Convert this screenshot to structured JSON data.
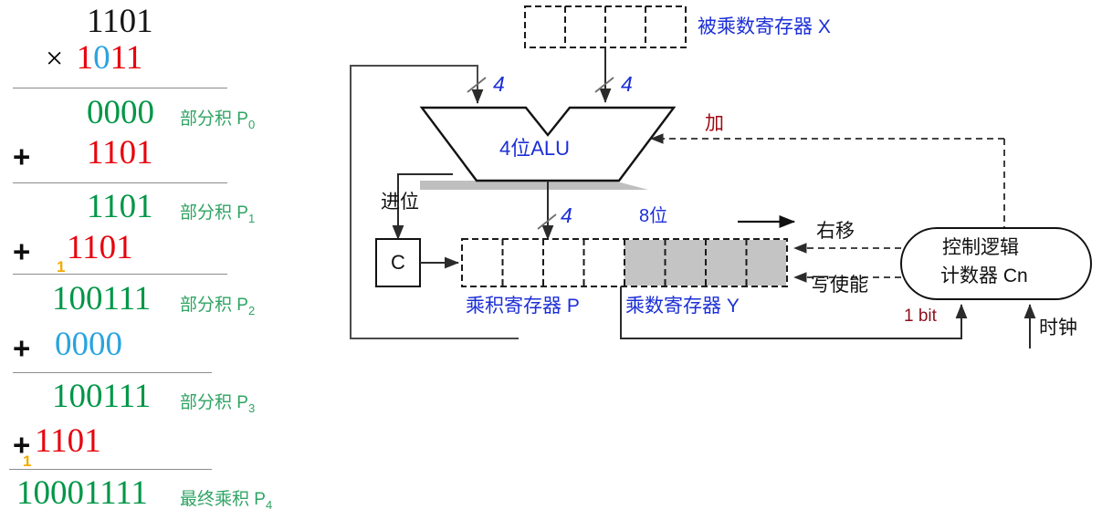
{
  "worksheet": {
    "multiplicand": "1101",
    "multiplier_op": "×",
    "multiplier": "1011",
    "rows": [
      {
        "op": "",
        "value": "0000",
        "label": "部分积 P",
        "sub": "0",
        "carry": ""
      },
      {
        "op": "+",
        "value": "1101",
        "label": "",
        "sub": "",
        "carry": ""
      },
      {
        "op": "",
        "value": "1101",
        "label": "部分积 P",
        "sub": "1",
        "carry": ""
      },
      {
        "op": "+",
        "value": "1101",
        "label": "",
        "sub": "",
        "carry": "1"
      },
      {
        "op": "",
        "value": "100111",
        "label": "部分积 P",
        "sub": "2",
        "carry": ""
      },
      {
        "op": "+",
        "value": "0000",
        "label": "",
        "sub": "",
        "carry": ""
      },
      {
        "op": "",
        "value": "100111",
        "label": "部分积 P",
        "sub": "3",
        "carry": ""
      },
      {
        "op": "+",
        "value": "1101",
        "label": "",
        "sub": "",
        "carry": "1"
      },
      {
        "op": "",
        "value": "10001111",
        "label": "最终乘积 P",
        "sub": "4",
        "carry": ""
      }
    ],
    "colors": {
      "multiplicand": "#151515",
      "addend_red": "#e8030d",
      "addend_blue": "#29a3e0",
      "partial_green": "#009647",
      "label_green": "#2fa463",
      "carry_orange": "#f2aa00",
      "rule": "#8c8c8c"
    }
  },
  "diagram": {
    "alu": {
      "label": "4位ALU",
      "left_input_width": "4",
      "right_input_width": "4",
      "output_width": "4",
      "control_signal": "加"
    },
    "registers": {
      "x": {
        "label": "被乘数寄存器 X",
        "cells": 4
      },
      "p": {
        "label": "乘积寄存器 P",
        "cells": 4
      },
      "y": {
        "label": "乘数寄存器 Y",
        "cells": 4
      },
      "py_width": "8位",
      "carry_box": "C",
      "carry_label": "进位"
    },
    "control": {
      "line1": "控制逻辑",
      "line2": "计数器 Cn",
      "shift_right": "右移",
      "write_enable": "写使能",
      "one_bit": "1 bit",
      "clock": "时钟"
    },
    "colors": {
      "label_blue": "#1c2fd6",
      "signal_red": "#8c0f1b",
      "add_red": "#a00a12",
      "wire": "#3a3a3a",
      "register_fill": "#c4c4c4"
    }
  }
}
